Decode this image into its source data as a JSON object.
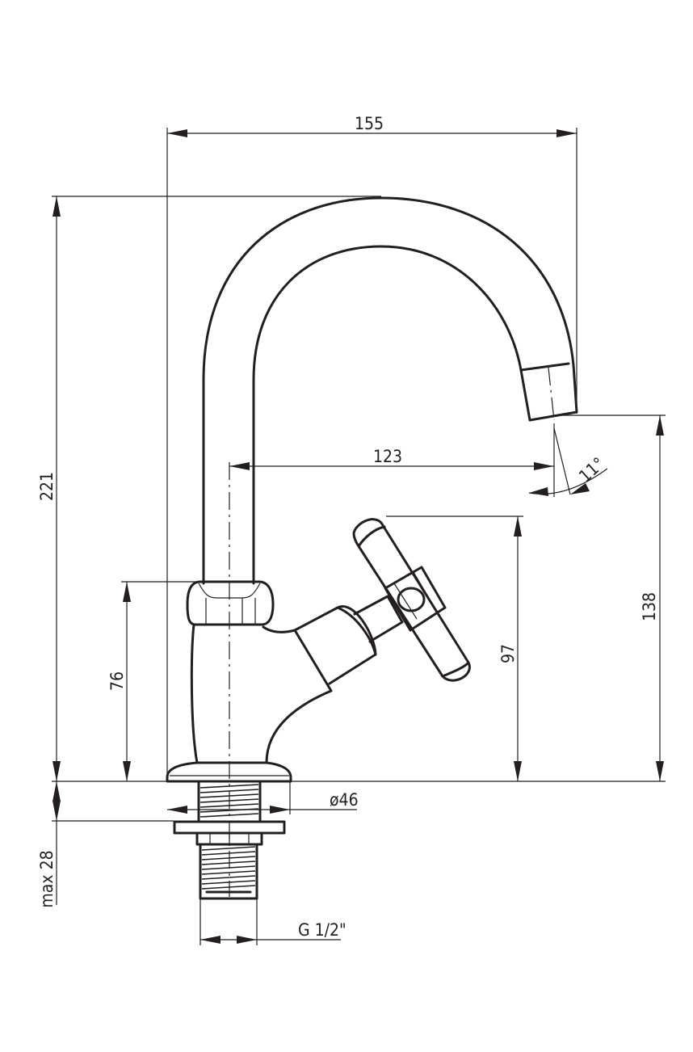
{
  "dimensions": {
    "total_width": "155",
    "total_height": "221",
    "spout_reach": "123",
    "outlet_height": "138",
    "handle_height": "97",
    "body_height": "76",
    "base_diameter": "ø46",
    "max_counter_thickness": "max 28",
    "thread_size": "G 1/2\"",
    "outlet_angle": "11°"
  },
  "colors": {
    "line": "#231f20",
    "background": "#ffffff"
  }
}
